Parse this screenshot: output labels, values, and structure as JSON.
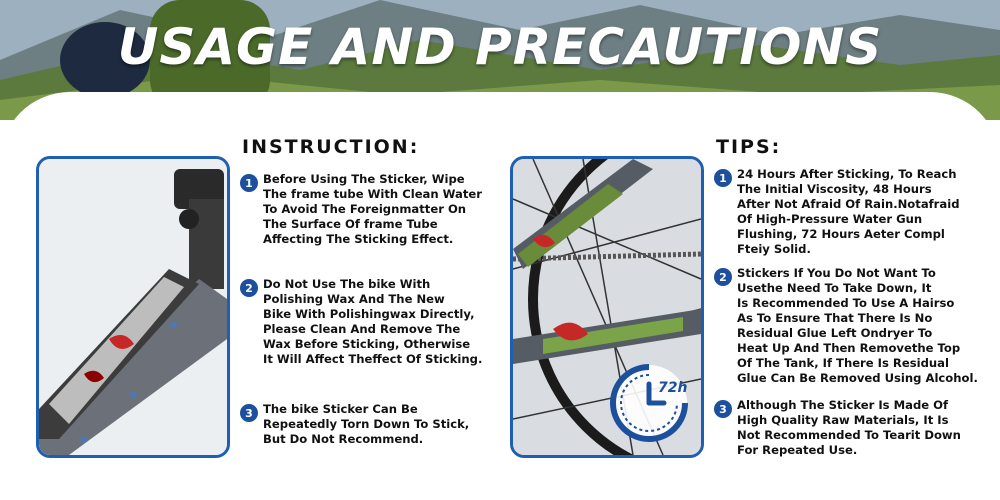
{
  "header": {
    "title": "USAGE AND PRECAUTIONS"
  },
  "instruction": {
    "heading": "INSTRUCTION:",
    "items": [
      {
        "num": "1",
        "text": "Before Using The Sticker, Wipe\nThe frame tube With Clean Water\nTo Avoid The Foreignmatter On\nThe Surface Of frame Tube\nAffecting The Sticking Effect."
      },
      {
        "num": "2",
        "text": "Do Not Use The bike With\nPolishing Wax And The New\nBike With Polishingwax Directly,\nPlease Clean And Remove The\nWax Before Sticking, Otherwise\nIt Will Affect Theffect Of Sticking."
      },
      {
        "num": "3",
        "text": "The bike Sticker Can Be\nRepeatedly Torn Down To Stick,\nBut Do Not Recommend."
      }
    ]
  },
  "tips": {
    "heading": "TIPS:",
    "items": [
      {
        "num": "1",
        "text": "24 Hours After Sticking, To Reach\nThe Initial Viscosity, 48 Hours\nAfter Not Afraid Of Rain.Notafraid\nOf High-Pressure Water Gun\nFlushing, 72 Hours Aeter Compl\nFteiy Solid."
      },
      {
        "num": "2",
        "text": "Stickers If You Do Not Want To\nUsethe Need To Take Down, It\nIs Recommended To Use A Hairso\nAs To Ensure That There Is No\nResidual Glue Left Ondryer To\nHeat Up And Then Removethe Top\nOf The Tank, If There Is Residual\nGlue Can Be Removed Using Alcohol."
      },
      {
        "num": "3",
        "text": "Although The Sticker Is Made Of\nHigh Quality Raw Materials, It Is\nNot Recommended To Tearit Down\nFor Repeated Use."
      }
    ]
  },
  "clock_badge": {
    "label": "72h"
  },
  "colors": {
    "accent": "#1c4f9c",
    "frame": "#1e5fb3"
  }
}
